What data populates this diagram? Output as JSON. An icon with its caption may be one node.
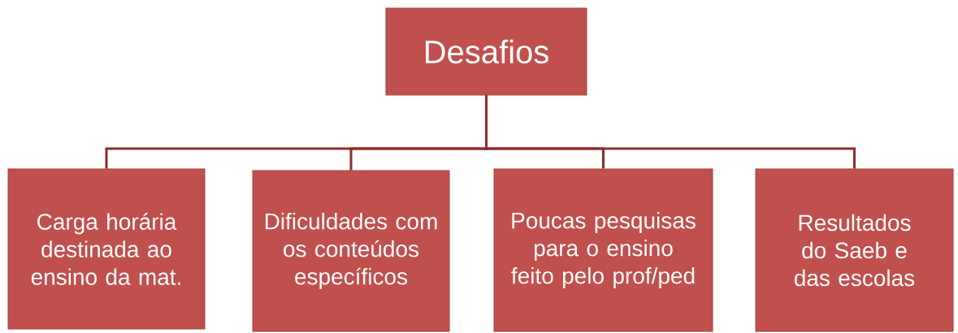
{
  "diagram": {
    "nodes": [
      {
        "text": [
          "Desafios"
        ]
      },
      {
        "text": [
          "Carga horária destinada ao ensino da mat."
        ]
      },
      {
        "text": [
          "Dificuldades com os conteúdos específicos"
        ]
      },
      {
        "text": [
          "Poucas pesquisas para o ensino feito pelo prof/ped"
        ]
      },
      {
        "text": [
          "Resultados do Saeb e das escolas"
        ]
      }
    ],
    "edges": [
      {
        "from": 0,
        "to": 1,
        "arrow": "none"
      },
      {
        "from": 0,
        "to": 2,
        "arrow": "none"
      },
      {
        "from": 0,
        "to": 3,
        "arrow": "none"
      },
      {
        "from": 0,
        "to": 4,
        "arrow": "none"
      }
    ]
  }
}
